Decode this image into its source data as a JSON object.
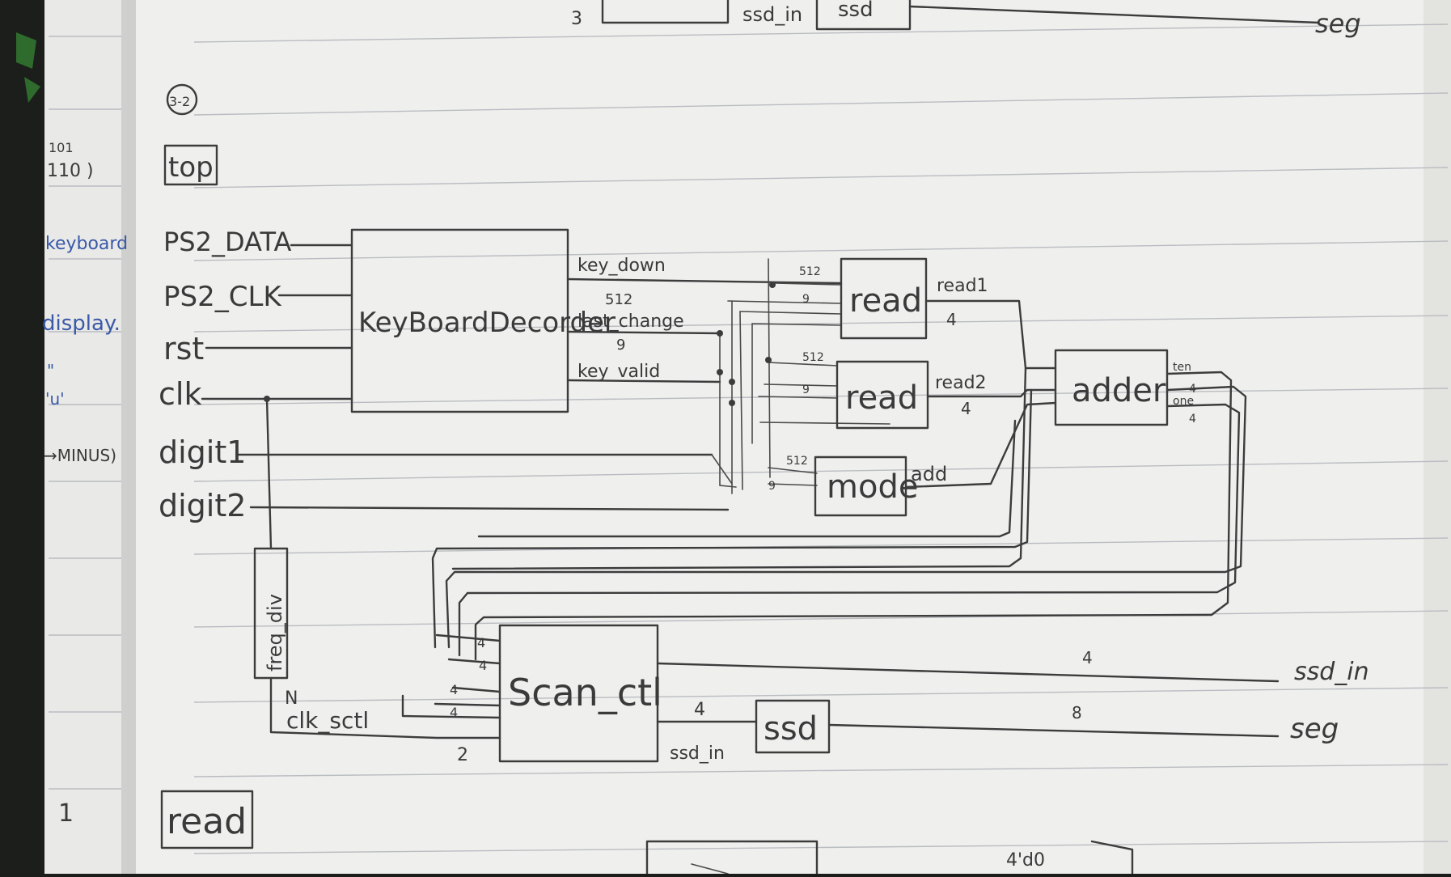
{
  "title": "top",
  "section_marker": "3-2",
  "left_page_notes": [
    "101",
    "110 )",
    "keyboard",
    "display.",
    "\"",
    "'u'",
    "→MINUS)",
    "1"
  ],
  "top_fragment": {
    "bus_width": "3",
    "signal": "ssd_in",
    "block": "ssd",
    "output": "seg"
  },
  "inputs": [
    "PS2_DATA",
    "PS2_CLK",
    "rst",
    "clk",
    "digit1",
    "digit2"
  ],
  "blocks": {
    "decoder": "KeyBoardDecorder",
    "read1": "read",
    "read2": "read",
    "mode": "mode",
    "adder": "adder",
    "scan": "Scan_ctl",
    "ssd": "ssd",
    "freq_div": "freq_div"
  },
  "decoder_outputs": {
    "key_down": "key_down",
    "last_change": "last_change",
    "key_valid": "key_valid"
  },
  "wire_labels": {
    "read1_out": "read1",
    "read2_out": "read2",
    "mode_out": "add",
    "adder_out_top": "ten",
    "adder_out_bottom": "one",
    "clk_scan": "clk_sctl",
    "scan_out": "ssd_in",
    "ssd_out": "seg",
    "ssd_in_out": "ssd_in"
  },
  "bus_widths": {
    "w512": "512",
    "w9": "9",
    "w4": "4",
    "w8": "8",
    "w2": "2",
    "wN": "N"
  },
  "next_section": "read",
  "bottom_fragment": "4'd0"
}
